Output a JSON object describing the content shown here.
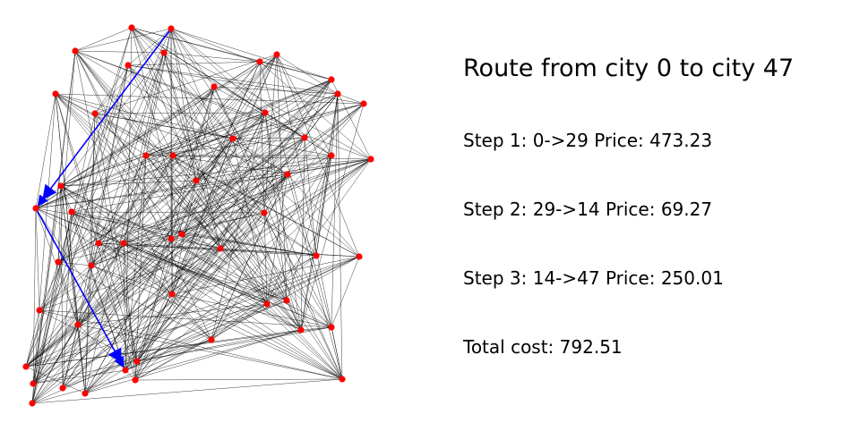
{
  "figure": {
    "title": "Route from city 0 to city 47",
    "steps": [
      {
        "text": "Step 1: 0->29   Price: 473.23",
        "from": 0,
        "to": 29,
        "price": 473.23
      },
      {
        "text": "Step 2: 29->14   Price: 69.27",
        "from": 29,
        "to": 14,
        "price": 69.27
      },
      {
        "text": "Step 3: 14->47   Price: 250.01",
        "from": 14,
        "to": 47,
        "price": 250.01
      }
    ],
    "total": {
      "text": "Total cost: 792.51",
      "value": 792.51
    }
  },
  "colors": {
    "node": "#ff0000",
    "edge": "#000000",
    "route": "#0000ff",
    "text": "#000000",
    "background": "#ffffff"
  },
  "graph": {
    "node_count": 52,
    "route_edge_count": 3
  }
}
